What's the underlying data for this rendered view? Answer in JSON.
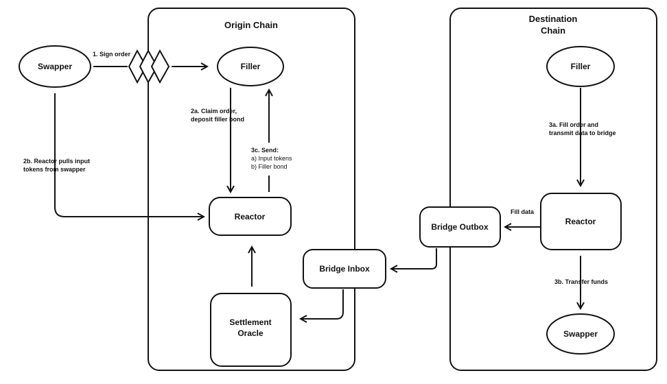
{
  "regions": {
    "origin": {
      "title": "Origin Chain"
    },
    "destination": {
      "title_line1": "Destination",
      "title_line2": "Chain"
    }
  },
  "nodes": {
    "swapper_left": "Swapper",
    "filler_origin": "Filler",
    "reactor_origin": "Reactor",
    "settlement_oracle_line1": "Settlement",
    "settlement_oracle_line2": "Oracle",
    "bridge_inbox": "Bridge Inbox",
    "bridge_outbox": "Bridge Outbox",
    "filler_destination": "Filler",
    "reactor_destination": "Reactor",
    "swapper_right": "Swapper"
  },
  "edges": {
    "sign_order": "1. Sign order",
    "claim_order_line1": "2a. Claim order,",
    "claim_order_line2": "deposit filler bond",
    "reactor_pulls_line1": "2b. Reactor pulls input",
    "reactor_pulls_line2": "tokens from swapper",
    "send_line1": "3c. Send:",
    "send_line2": "a) Input tokens",
    "send_line3": "b) Filler bond",
    "fill_order_line1": "3a. Fill order and",
    "fill_order_line2": "transmit data to bridge",
    "fill_data": "Fill data",
    "transfer_funds": "3b. Transfer funds"
  },
  "colors": {
    "stroke": "#111111",
    "background": "#ffffff"
  }
}
